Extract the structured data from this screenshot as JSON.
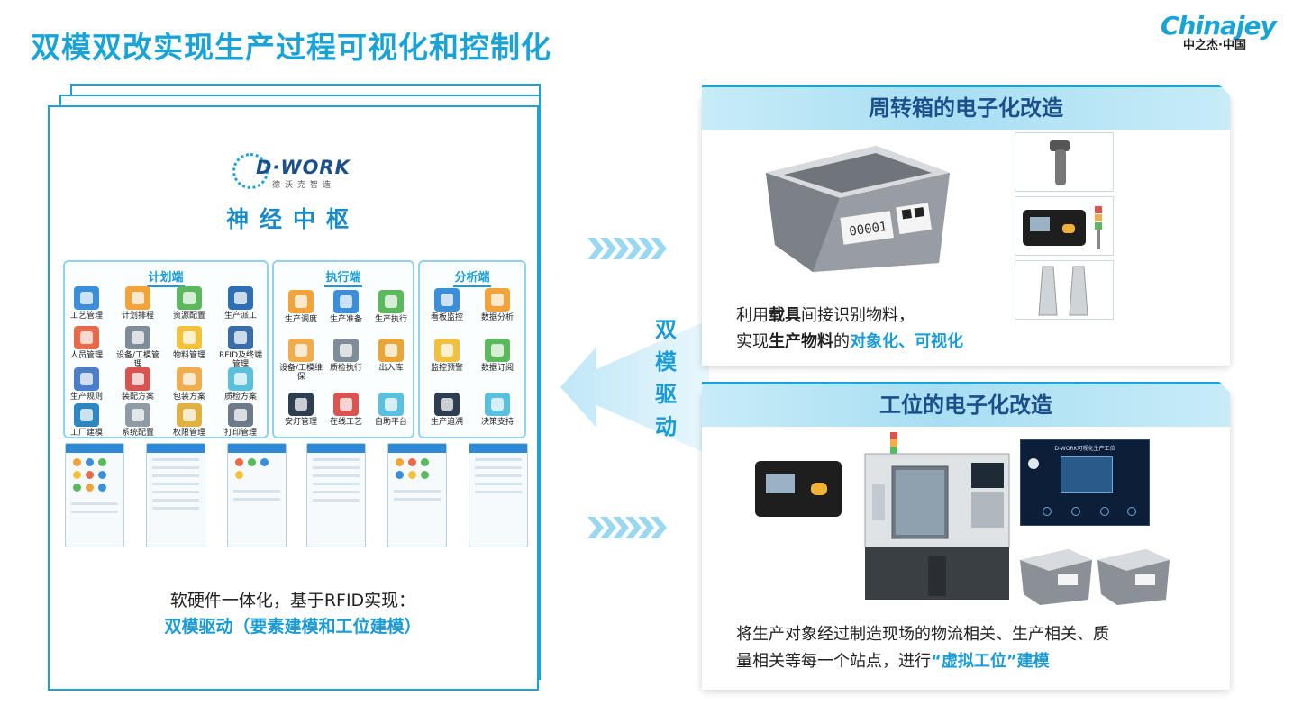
{
  "title": "双模双改实现生产过程可视化和控制化",
  "logo": {
    "en": "Chinajey",
    "cn": "中之杰·中国"
  },
  "dwork": {
    "brand": "D·WORK",
    "sub": "德沃克智造",
    "hub": "神经中枢"
  },
  "boxes": [
    {
      "heading": "计划端",
      "modules": [
        "工艺管理",
        "计划排程",
        "资源配置",
        "生产派工",
        "人员管理",
        "设备/工模管理",
        "物料管理",
        "RFID及终端管理",
        "生产规则",
        "装配方案",
        "包装方案",
        "质检方案",
        "工厂建模",
        "系统配置",
        "权限管理",
        "打印管理"
      ]
    },
    {
      "heading": "执行端",
      "modules": [
        "生产调度",
        "生产准备",
        "生产执行",
        "设备/工模维保",
        "质检执行",
        "出入库",
        "安灯管理",
        "在线工艺",
        "自助平台"
      ]
    },
    {
      "heading": "分析端",
      "modules": [
        "看板监控",
        "数据分析",
        "监控预警",
        "数据订阅",
        "生产追溯",
        "决策支持"
      ]
    }
  ],
  "left_caption": {
    "line1": "软硬件一体化，基于RFID实现：",
    "line2": "双模驱动（要素建模和工位建模）"
  },
  "middle": {
    "vertical": [
      "双",
      "模",
      "驱",
      "动"
    ]
  },
  "panel_a": {
    "header": "周转箱的电子化改造",
    "crate_label": "00001",
    "line1": {
      "p1": "利用",
      "b1": "载具",
      "p2": "间接识别物料，"
    },
    "line2": {
      "p1": "实现",
      "b1": "生产物料",
      "p2": "的",
      "hl": "对象化、可视化"
    }
  },
  "panel_b": {
    "header": "工位的电子化改造",
    "screen_title": "D-WORK可视化生产工位",
    "line1": "将生产对象经过制造现场的物流相关、生产相关、质",
    "line2": {
      "p1": "量相关等每一个站点，进行",
      "hl": "“虚拟工位”",
      "p2": "建模"
    }
  },
  "colors": {
    "accent": "#1aa3d6",
    "dark": "#1a4f8a",
    "light": "#a8def3"
  }
}
